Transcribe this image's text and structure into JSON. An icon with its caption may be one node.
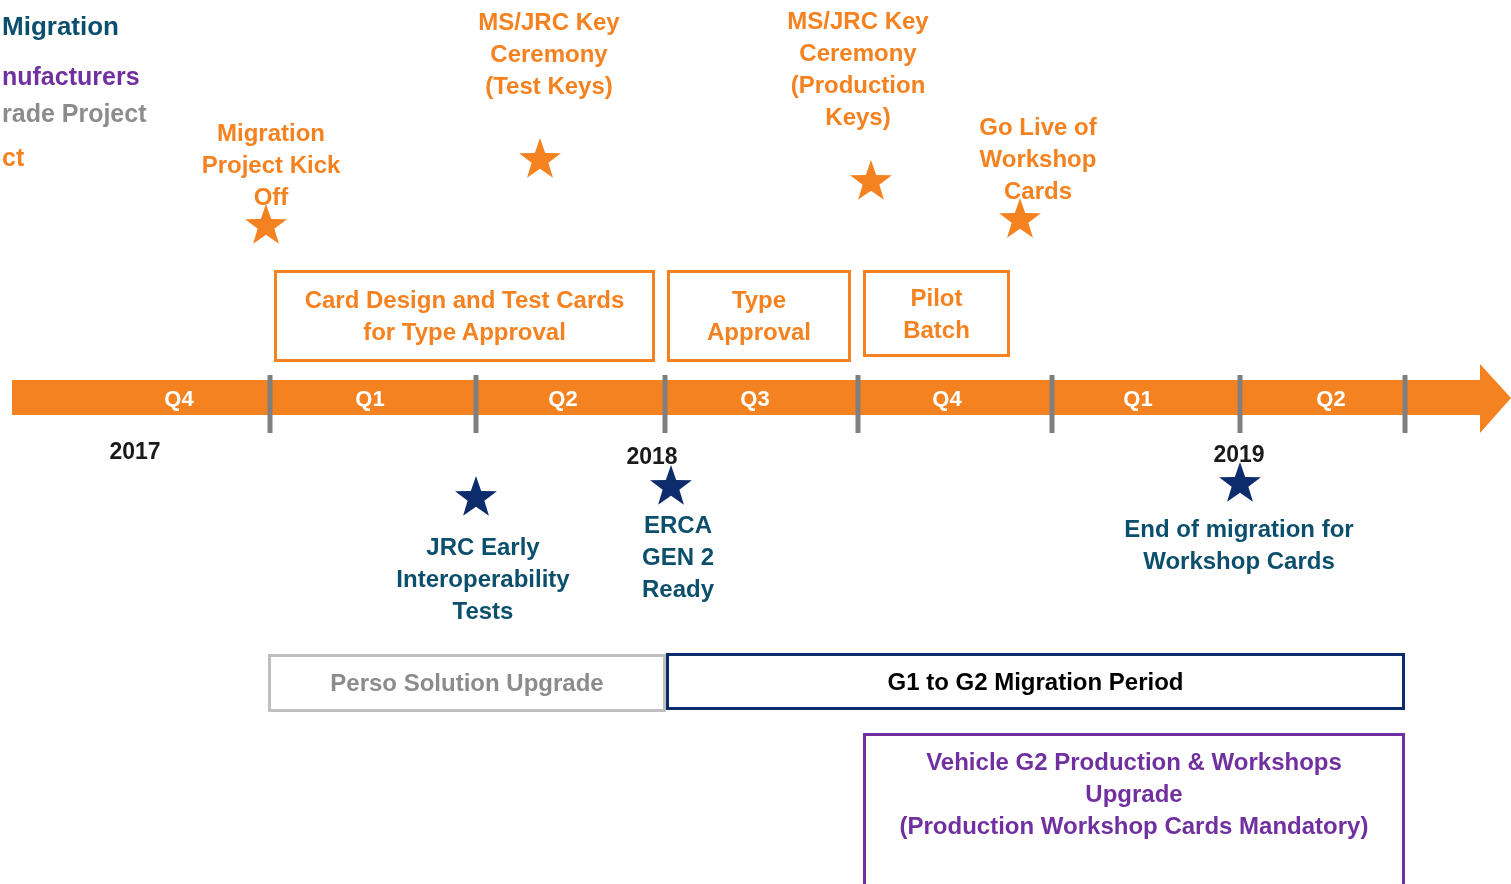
{
  "diagram": {
    "nodes": [
      {
        "text": [
          "Card Design and Test Cards for Type Approval"
        ]
      },
      {
        "text": [
          "Type Approval"
        ]
      },
      {
        "text": [
          "Pilot Batch"
        ]
      },
      {
        "text": [
          "Perso Solution Upgrade"
        ]
      },
      {
        "text": [
          "G1 to G2 Migration Period"
        ]
      },
      {
        "text": [
          "Vehicle G2 Production & Workshops Upgrade",
          "(Production Workshop Cards Mandatory)"
        ]
      }
    ],
    "edges": [],
    "labels": [
      "Migration",
      "nufacturers",
      "rade Project",
      "ct",
      "MS/JRC Key Ceremony (Test Keys)",
      "MS/JRC Key Ceremony (Production Keys)",
      "Migration Project Kick Off",
      "Go Live of Workshop Cards",
      "Q4",
      "Q1",
      "Q2",
      "Q3",
      "Q4",
      "Q1",
      "Q2",
      "2017",
      "2018",
      "2019",
      "JRC Early Interoperability Tests",
      "ERCA GEN 2 Ready",
      "End of migration for Workshop Cards"
    ]
  }
}
